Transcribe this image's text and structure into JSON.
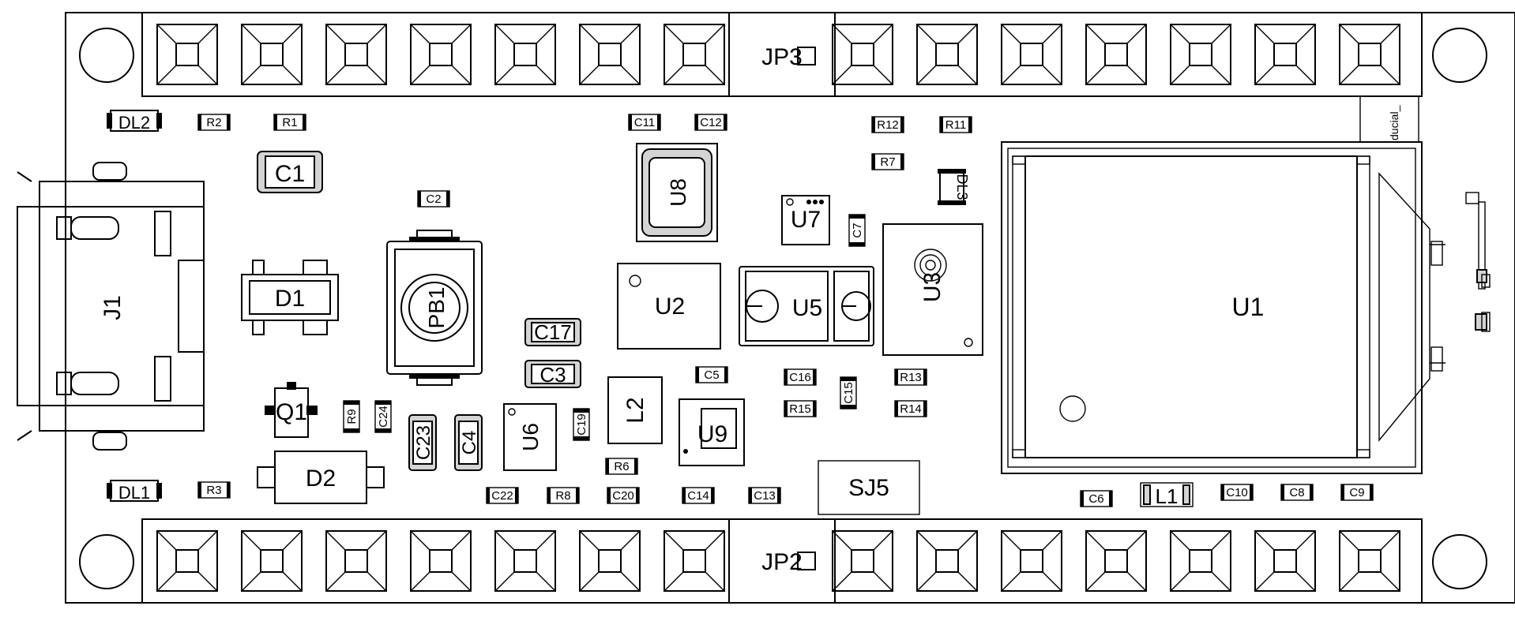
{
  "board": {
    "headers": {
      "top": "JP3",
      "bottom": "JP2"
    },
    "fiducial_text": "ducial_",
    "components": {
      "J1": "J1",
      "D1": "D1",
      "D2": "D2",
      "Q1": "Q1",
      "C1": "C1",
      "C2": "C2",
      "C3": "C3",
      "C4": "C4",
      "C5": "C5",
      "C6": "C6",
      "C7": "C7",
      "C8": "C8",
      "C9": "C9",
      "C10": "C10",
      "C11": "C11",
      "C12": "C12",
      "C13": "C13",
      "C14": "C14",
      "C15": "C15",
      "C16": "C16",
      "C17": "C17",
      "C19": "C19",
      "C20": "C20",
      "C22": "C22",
      "C23": "C23",
      "C24": "C24",
      "R1": "R1",
      "R2": "R2",
      "R3": "R3",
      "R6": "R6",
      "R7": "R7",
      "R8": "R8",
      "R9": "R9",
      "R11": "R11",
      "R12": "R12",
      "R13": "R13",
      "R14": "R14",
      "R15": "R15",
      "DL1": "DL1",
      "DL2": "DL2",
      "DL3": "DL3",
      "PB1": "PB1",
      "U1": "U1",
      "U2": "U2",
      "U3": "U3",
      "U5": "U5",
      "U6": "U6",
      "U7": "U7",
      "U8": "U8",
      "U9": "U9",
      "L1": "L1",
      "L2": "L2",
      "SJ5": "SJ5"
    }
  }
}
